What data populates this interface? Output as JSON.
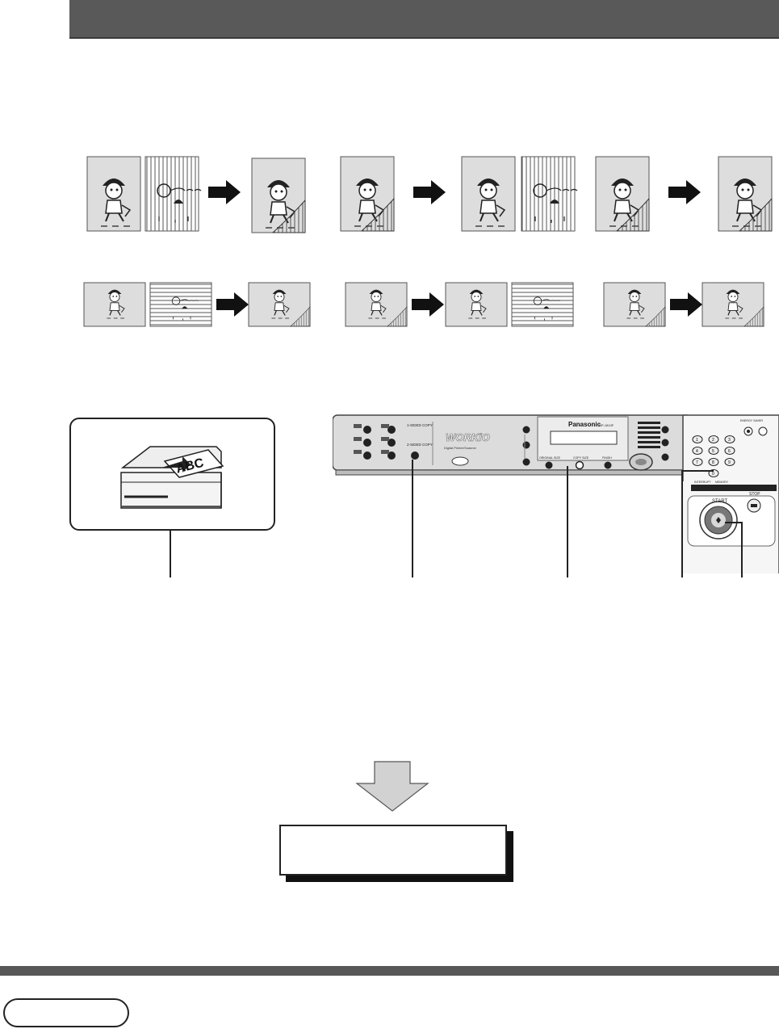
{
  "header": {
    "title": ""
  },
  "callout": {
    "adf_doc_text": "ABC"
  },
  "control_panel": {
    "brand": "WORKiO",
    "subtitle": "Digital Printer/Scanner",
    "maker": "Panasonic",
    "model": "DP-1810F",
    "keypad_keys": [
      "1",
      "2",
      "3",
      "4",
      "5",
      "6",
      "7",
      "8",
      "9",
      "0"
    ],
    "start_label": "START",
    "stop_label": "STOP",
    "labels": {
      "original_size": "ORIGINAL SIZE",
      "copy_size": "COPY SIZE",
      "finish": "FINISH",
      "one_sided": "1-SIDED COPY",
      "two_sided": "2-SIDED COPY",
      "energy_saver": "ENERGY SAVER",
      "interrupt": "INTERRUPT",
      "memory": "MEMORY"
    }
  },
  "colors": {
    "header": "#595959",
    "footer": "#585858",
    "arrow_gray": "#d0d0d0"
  },
  "footer": {
    "pill_text": ""
  }
}
